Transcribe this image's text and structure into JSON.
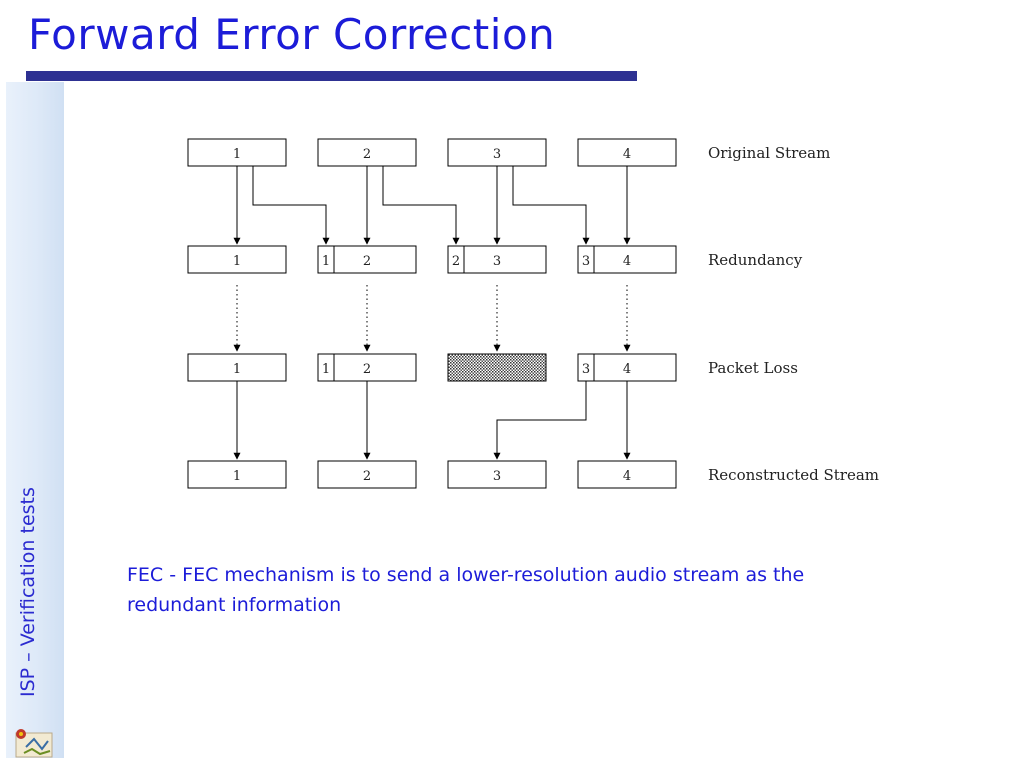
{
  "slide": {
    "title": "Forward Error Correction",
    "side_label": "ISP – Verification tests",
    "caption": "FEC -  FEC mechanism is to send a lower-resolution audio stream as the redundant information"
  },
  "diagram": {
    "rows": {
      "original": "Original Stream",
      "redundancy": "Redundancy",
      "loss": "Packet Loss",
      "reconstructed": "Reconstructed Stream"
    },
    "packets": [
      "1",
      "2",
      "3",
      "4"
    ]
  },
  "colors": {
    "title": "#1c1cd8",
    "rule": "#2e3192",
    "caption": "#1c1cd8"
  }
}
